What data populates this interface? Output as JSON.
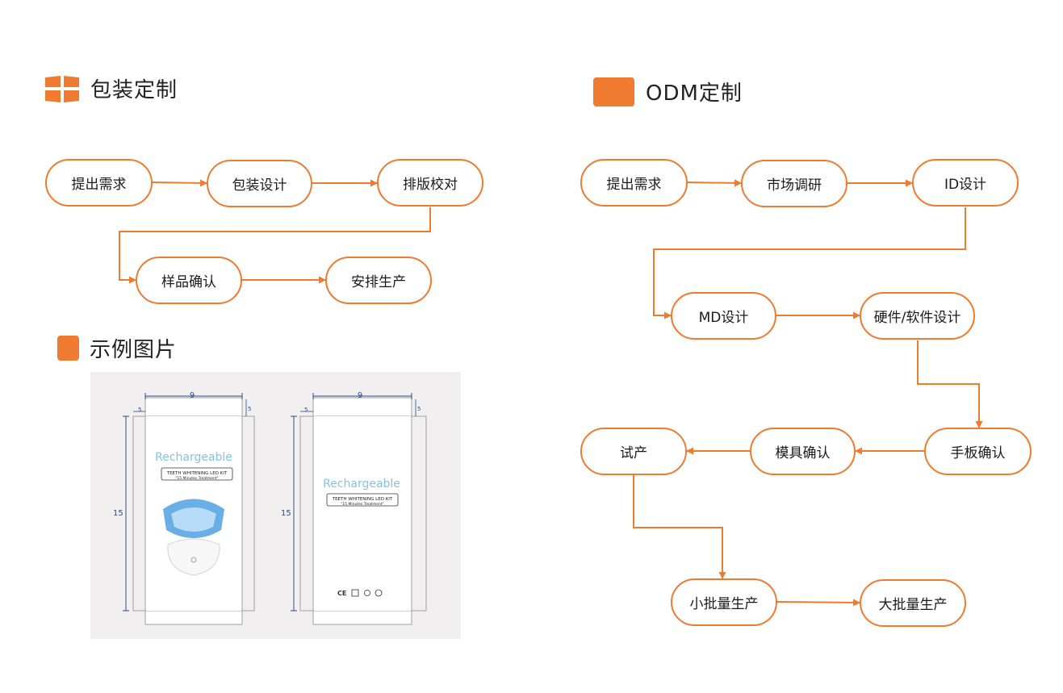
{
  "colors": {
    "accent": "#ee7b30",
    "text": "#1a1a1a",
    "panel": "#f1efef",
    "dim": "#2a4d88",
    "brand": "#86c3e0"
  },
  "packaging": {
    "title": "包装定制",
    "icon": "grid-icon",
    "steps": [
      "提出需求",
      "包装设计",
      "排版校对",
      "样品确认",
      "安排生产"
    ]
  },
  "odm": {
    "title": "ODM定制",
    "icon": "square-icon",
    "steps": [
      "提出需求",
      "市场调研",
      "ID设计",
      "MD设计",
      "硬件/软件设计",
      "手板确认",
      "模具确认",
      "试产",
      "小批量生产",
      "大批量生产"
    ]
  },
  "example": {
    "title": "示例图片",
    "icon": "square-icon",
    "boxes": [
      {
        "width": "9",
        "flap": "5",
        "height": "15",
        "brand": "Rechargeable",
        "product": "TEETH WHITENING LED KIT",
        "tagline": "\"15 Minutes Treatment\""
      },
      {
        "width": "9",
        "flap": "5",
        "height": "15",
        "brand": "Rechargeable",
        "product": "TEETH WHITENING LED KIT",
        "tagline": "\"15 Minutes Treatment\""
      }
    ]
  }
}
